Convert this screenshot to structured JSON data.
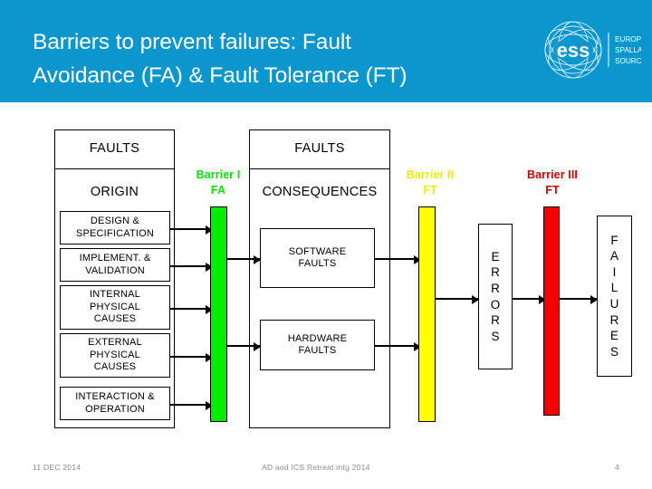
{
  "header": {
    "title": "Barriers to prevent failures: Fault\nAvoidance (FA) & Fault Tolerance (FT)",
    "band_color": "#0b96ce",
    "logo": {
      "mark_text": "ess",
      "line1": "EUROPEAN",
      "line2": "SPALLATION",
      "line3": "SOURCE"
    }
  },
  "diagram": {
    "left_panel": {
      "header": "FAULTS",
      "subheader": "ORIGIN",
      "items": [
        {
          "label": "DESIGN &\nSPECIFICATION"
        },
        {
          "label": "IMPLEMENT. &\nVALIDATION"
        },
        {
          "label": "INTERNAL\nPHYSICAL\nCAUSES"
        },
        {
          "label": "EXTERNAL\nPHYSICAL\nCAUSES"
        },
        {
          "label": "INTERACTION &\nOPERATION"
        }
      ]
    },
    "middle_panel": {
      "header": "FAULTS",
      "subheader": "CONSEQUENCES",
      "items": [
        {
          "label": "SOFTWARE\nFAULTS"
        },
        {
          "label": "HARDWARE\nFAULTS"
        }
      ]
    },
    "barriers": [
      {
        "name": "barrier-1",
        "label": "Barrier I\nFA",
        "color": "#00ec00",
        "label_color": "#00e500"
      },
      {
        "name": "barrier-2",
        "label": "Barrier II\nFT",
        "color": "#ffff00",
        "label_color": "#ecec00"
      },
      {
        "name": "barrier-3",
        "label": "Barrier III\nFT",
        "color": "#f40000",
        "label_color": "#cc0000"
      }
    ],
    "errors_box": {
      "label": "ERRORS",
      "letters": [
        "E",
        "R",
        "R",
        "O",
        "R",
        "S"
      ]
    },
    "failures_box": {
      "label": "FAILURES",
      "letters": [
        "F",
        "A",
        "I",
        "L",
        "U",
        "R",
        "E",
        "S"
      ]
    }
  },
  "footer": {
    "date": "11 DEC 2014",
    "event": "AD and ICS Retreat mtg 2014",
    "page": "4"
  }
}
